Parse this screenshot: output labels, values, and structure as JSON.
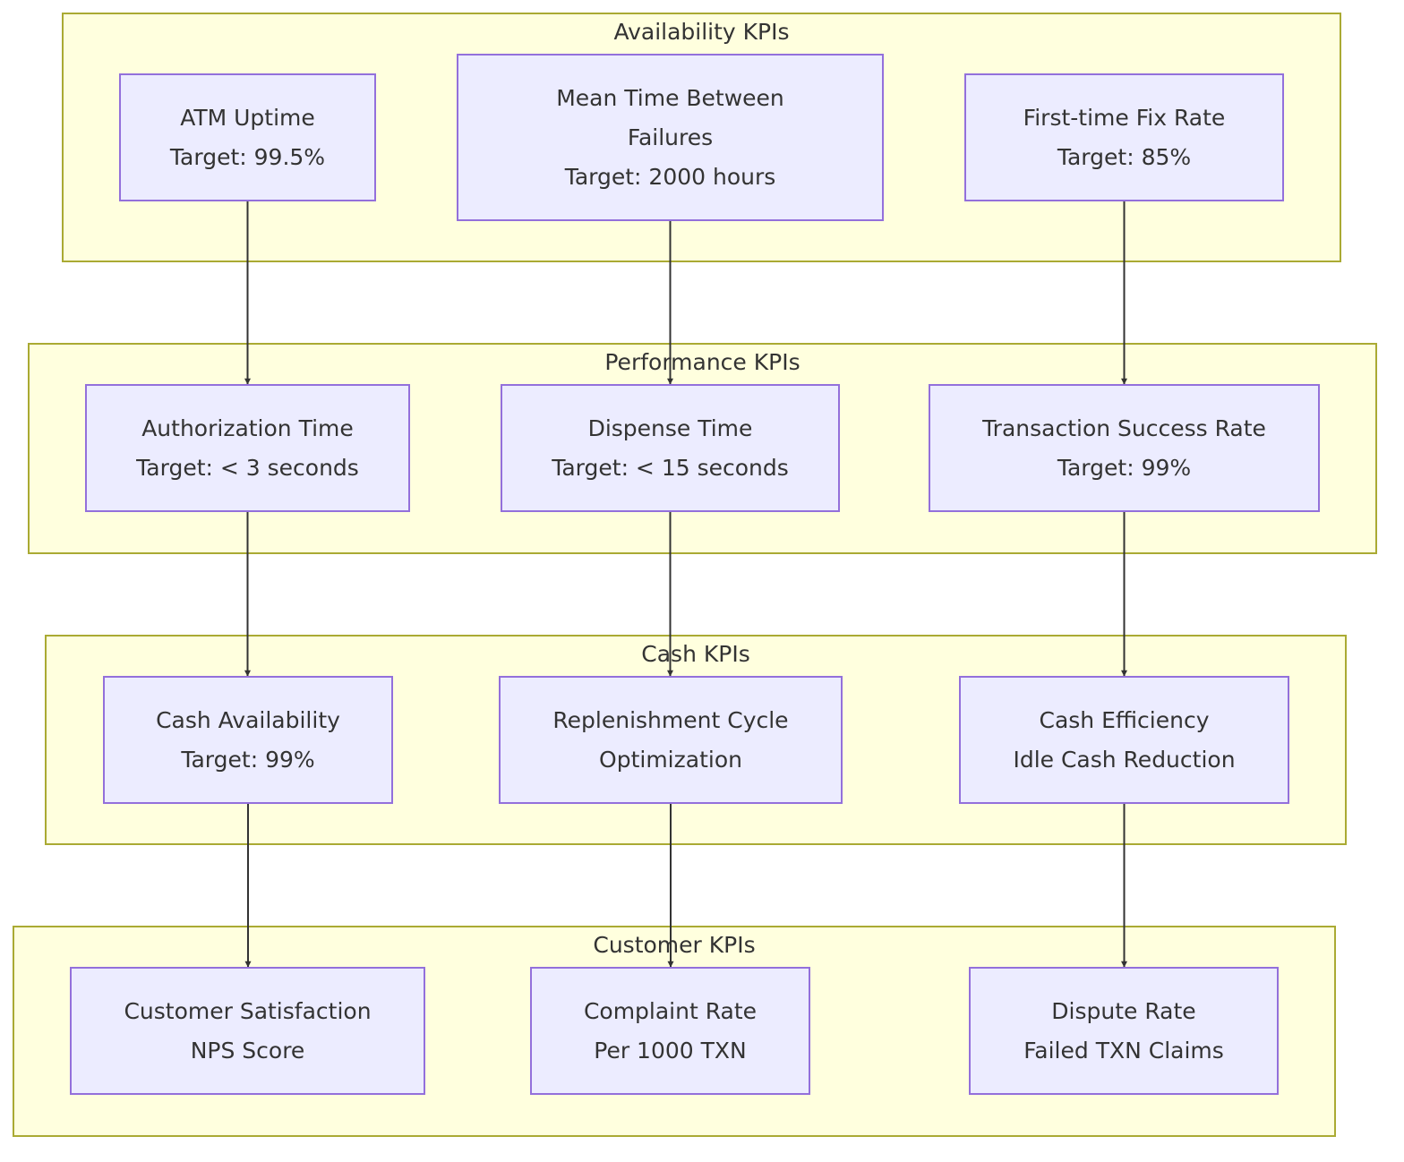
{
  "groups": {
    "availability": {
      "title": "Availability KPIs"
    },
    "performance": {
      "title": "Performance KPIs"
    },
    "cash": {
      "title": "Cash KPIs"
    },
    "customer": {
      "title": "Customer KPIs"
    }
  },
  "nodes": {
    "atm_uptime": {
      "lines": [
        "ATM Uptime",
        "Target: 99.5%"
      ]
    },
    "mtbf": {
      "lines": [
        "Mean Time Between",
        "Failures",
        "Target: 2000 hours"
      ]
    },
    "first_fix": {
      "lines": [
        "First-time Fix Rate",
        "Target: 85%"
      ]
    },
    "auth_time": {
      "lines": [
        "Authorization Time",
        "Target: < 3 seconds"
      ]
    },
    "dispense_time": {
      "lines": [
        "Dispense Time",
        "Target: < 15 seconds"
      ]
    },
    "txn_success": {
      "lines": [
        "Transaction Success Rate",
        "Target: 99%"
      ]
    },
    "cash_avail": {
      "lines": [
        "Cash Availability",
        "Target: 99%"
      ]
    },
    "replenish": {
      "lines": [
        "Replenishment Cycle",
        "Optimization"
      ]
    },
    "cash_eff": {
      "lines": [
        "Cash Efficiency",
        "Idle Cash Reduction"
      ]
    },
    "cust_sat": {
      "lines": [
        "Customer Satisfaction",
        "NPS Score"
      ]
    },
    "complaint": {
      "lines": [
        "Complaint Rate",
        "Per 1000 TXN"
      ]
    },
    "dispute": {
      "lines": [
        "Dispute Rate",
        "Failed TXN Claims"
      ]
    }
  },
  "edges": [
    {
      "from": "atm_uptime",
      "to": "auth_time"
    },
    {
      "from": "mtbf",
      "to": "dispense_time"
    },
    {
      "from": "first_fix",
      "to": "txn_success"
    },
    {
      "from": "auth_time",
      "to": "cash_avail"
    },
    {
      "from": "dispense_time",
      "to": "replenish"
    },
    {
      "from": "txn_success",
      "to": "cash_eff"
    },
    {
      "from": "cash_avail",
      "to": "cust_sat"
    },
    {
      "from": "replenish",
      "to": "complaint"
    },
    {
      "from": "cash_eff",
      "to": "dispute"
    }
  ],
  "colors": {
    "group_fill": "#ffffde",
    "group_stroke": "#aaaa33",
    "node_fill": "#ececff",
    "node_stroke": "#9370db",
    "edge": "#333333",
    "text": "#333333"
  }
}
